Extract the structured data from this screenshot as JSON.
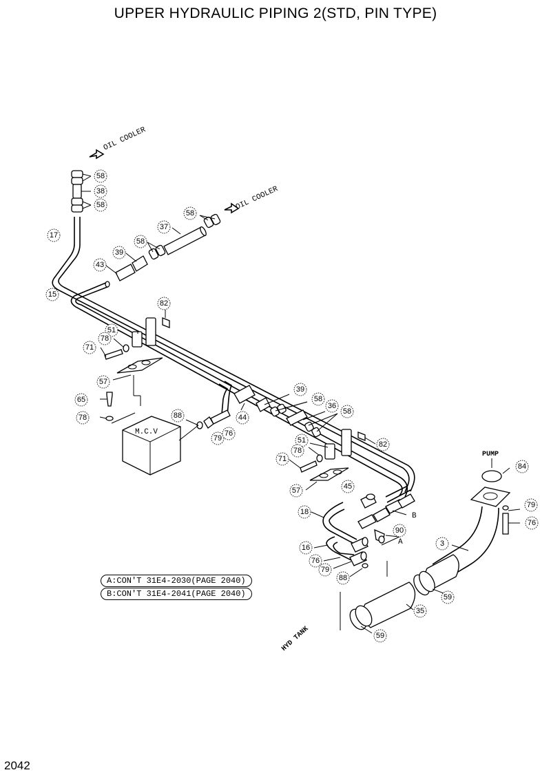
{
  "title": "UPPER HYDRAULIC PIPING 2(STD, PIN TYPE)",
  "page_number": "2042",
  "labels": {
    "oil_cooler_1": "OIL COOLER",
    "oil_cooler_2": "OIL COOLER",
    "mcv": "M.C.V",
    "pump": "PUMP",
    "hyd_tank": "HYD TANK",
    "a": "A",
    "b": "B"
  },
  "notes": [
    "A:CON'T 31E4-2030(PAGE 2040)",
    "B:CON'T 31E4-2041(PAGE 2040)"
  ],
  "callouts": [
    "58",
    "38",
    "58",
    "17",
    "15",
    "58",
    "37",
    "58",
    "39",
    "43",
    "82",
    "51",
    "78",
    "71",
    "57",
    "65",
    "78",
    "88",
    "79",
    "76",
    "44",
    "39",
    "58",
    "36",
    "58",
    "82",
    "51",
    "78",
    "71",
    "57",
    "45",
    "18",
    "90",
    "16",
    "76",
    "79",
    "88",
    "84",
    "79",
    "76",
    "3",
    "59",
    "35",
    "59"
  ]
}
